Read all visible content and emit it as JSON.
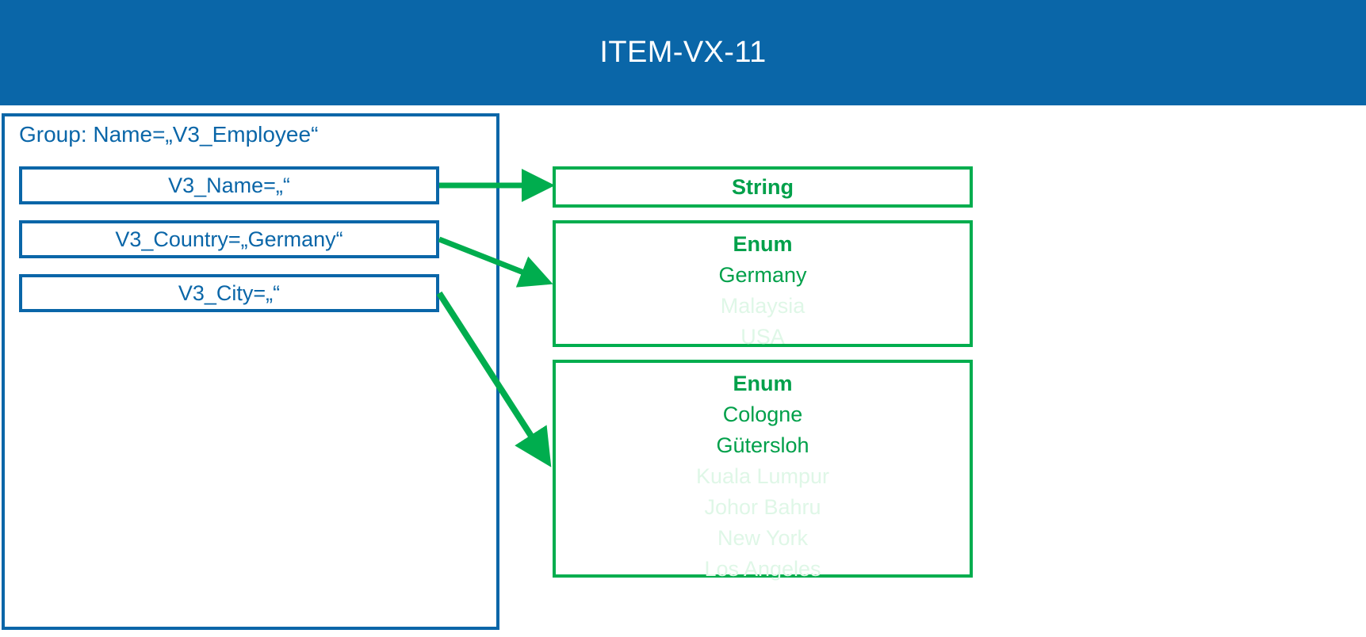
{
  "header": {
    "title": "ITEM-VX-11",
    "background_color": "#0A66A8",
    "text_color": "#FFFFFF"
  },
  "colors": {
    "blue": "#0A66A8",
    "green": "#00AD4E",
    "green_text": "#00A04A",
    "green_faded": "#DFF7E7",
    "white": "#FFFFFF"
  },
  "group_panel": {
    "label": "Group: Name=„V3_Employee“",
    "attributes": [
      {
        "label": "V3_Name=„“"
      },
      {
        "label": "V3_Country=„Germany“"
      },
      {
        "label": "V3_City=„“"
      }
    ]
  },
  "type_boxes": [
    {
      "title": "String",
      "values": []
    },
    {
      "title": "Enum",
      "values": [
        {
          "label": "Germany",
          "state": "active"
        },
        {
          "label": "Malaysia",
          "state": "inactive"
        },
        {
          "label": "USA",
          "state": "inactive"
        }
      ]
    },
    {
      "title": "Enum",
      "values": [
        {
          "label": "Cologne",
          "state": "active"
        },
        {
          "label": "Gütersloh",
          "state": "active"
        },
        {
          "label": "Kuala Lumpur",
          "state": "inactive"
        },
        {
          "label": "Johor Bahru",
          "state": "inactive"
        },
        {
          "label": "New York",
          "state": "inactive"
        },
        {
          "label": "Los Angeles",
          "state": "inactive"
        }
      ]
    }
  ],
  "connections": [
    {
      "from": "V3_Name",
      "to": "String"
    },
    {
      "from": "V3_Country",
      "to": "Enum-Country"
    },
    {
      "from": "V3_City",
      "to": "Enum-City"
    }
  ]
}
